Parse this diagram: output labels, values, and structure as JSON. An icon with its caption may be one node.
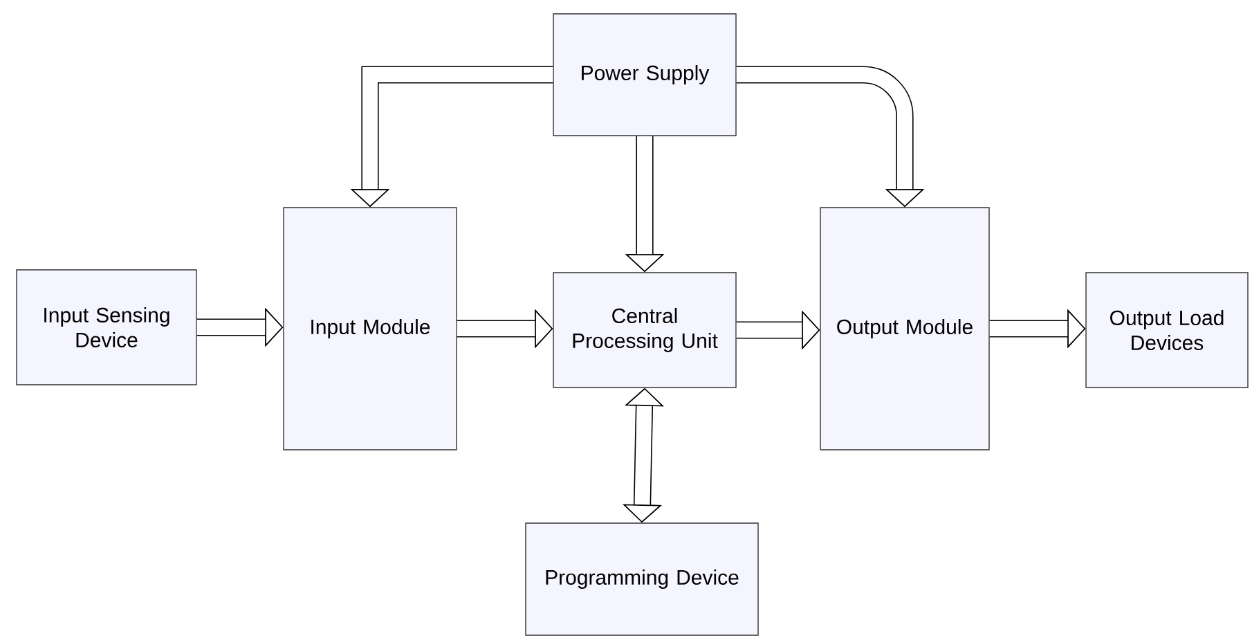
{
  "diagram": {
    "nodes": [
      {
        "text": [
          "Power Supply"
        ]
      },
      {
        "text": [
          "Input Sensing Device"
        ]
      },
      {
        "text": [
          "Input Module"
        ]
      },
      {
        "text": [
          "Central Processing Unit"
        ]
      },
      {
        "text": [
          "Output Module"
        ]
      },
      {
        "text": [
          "Output Load Devices"
        ]
      },
      {
        "text": [
          "Programming Device"
        ]
      }
    ],
    "edges": [
      {
        "from": 0,
        "to": 2,
        "arrow": "to"
      },
      {
        "from": 0,
        "to": 3,
        "arrow": "to"
      },
      {
        "from": 0,
        "to": 4,
        "arrow": "to"
      },
      {
        "from": 1,
        "to": 2,
        "arrow": "to"
      },
      {
        "from": 2,
        "to": 3,
        "arrow": "to"
      },
      {
        "from": 3,
        "to": 4,
        "arrow": "to"
      },
      {
        "from": 4,
        "to": 5,
        "arrow": "to"
      },
      {
        "from": 3,
        "to": 6,
        "arrow": "both"
      }
    ]
  }
}
